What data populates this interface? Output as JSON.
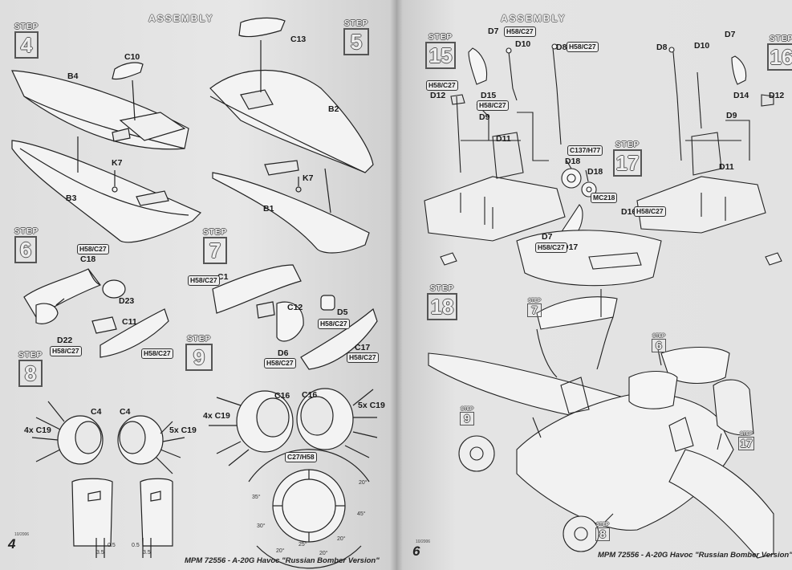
{
  "left_page": {
    "header": "ASSEMBLY",
    "steps": [
      {
        "label": "STEP",
        "number": "4"
      },
      {
        "label": "STEP",
        "number": "5"
      },
      {
        "label": "STEP",
        "number": "6"
      },
      {
        "label": "STEP",
        "number": "7"
      },
      {
        "label": "STEP",
        "number": "8"
      },
      {
        "label": "STEP",
        "number": "9"
      }
    ],
    "parts": {
      "c10": "C10",
      "b4": "B4",
      "k7a": "K7",
      "b3": "B3",
      "c13": "C13",
      "b2": "B2",
      "k7b": "K7",
      "b1": "B1",
      "c18": "C18",
      "d23": "D23",
      "c11": "C11",
      "d22": "D22",
      "c1": "C1",
      "c12": "C12",
      "d5": "D5",
      "d6": "D6",
      "c17": "C17",
      "c4a": "C4",
      "c4b": "C4",
      "c19a": "4x C19",
      "c19b": "5x C19",
      "c16a": "C16",
      "c16b": "C16",
      "c19c": "4x C19",
      "c19d": "5x C19"
    },
    "paints": {
      "p1": "H58/C27",
      "p2": "H58/C27",
      "p3": "H58/C27",
      "p4": "H58/C27",
      "p5": "H58/C27",
      "p6": "H58/C27",
      "p7": "H58/C27",
      "p8": "C27/H58"
    },
    "angles": {
      "a1": "20°",
      "a2": "35°",
      "a3": "45°",
      "a4": "30°",
      "a5": "25°",
      "a6": "20°",
      "a7": "20°",
      "a8": "20°"
    },
    "dims": {
      "d1": "0.5",
      "d2": "3.5",
      "d3": "0.5",
      "d4": "3.5"
    },
    "page_number": "4",
    "page_date": "10/2006"
  },
  "right_page": {
    "header": "ASSEMBLY",
    "steps": [
      {
        "label": "STEP",
        "number": "15"
      },
      {
        "label": "STEP",
        "number": "16"
      },
      {
        "label": "STEP",
        "number": "17"
      },
      {
        "label": "STEP",
        "number": "18"
      }
    ],
    "mini_steps": [
      {
        "label": "STEP",
        "number": "7"
      },
      {
        "label": "STEP",
        "number": "6"
      },
      {
        "label": "STEP",
        "number": "9"
      },
      {
        "label": "STEP",
        "number": "17"
      },
      {
        "label": "STEP",
        "number": "8"
      }
    ],
    "parts": {
      "d7a": "D7",
      "d10a": "D10",
      "d8a": "D8",
      "d12a": "D12",
      "d15": "D15",
      "d9a": "D9",
      "d11a": "D11",
      "d18a": "D18",
      "d18b": "D18",
      "d7b": "D7",
      "d17": "D17",
      "d16": "D16",
      "d8b": "D8",
      "d10b": "D10",
      "d7c": "D7",
      "d14": "D14",
      "d12b": "D12",
      "d9b": "D9",
      "d11b": "D11"
    },
    "paints": {
      "q1": "H58/C27",
      "q2": "H58/C27",
      "q3": "H58/C27",
      "q4": "H58/C27",
      "q5": "C137/H77",
      "q6": "MC218",
      "q7": "H58/C27",
      "q8": "H58/C27"
    },
    "footer": "MPM 72556 - A-20G Havoc \"Russian Bomber Version\"",
    "page_number": "6",
    "page_date": "10/2006"
  },
  "left_footer": "MPM 72556 - A-20G Havoc \"Russian Bomber Version\""
}
